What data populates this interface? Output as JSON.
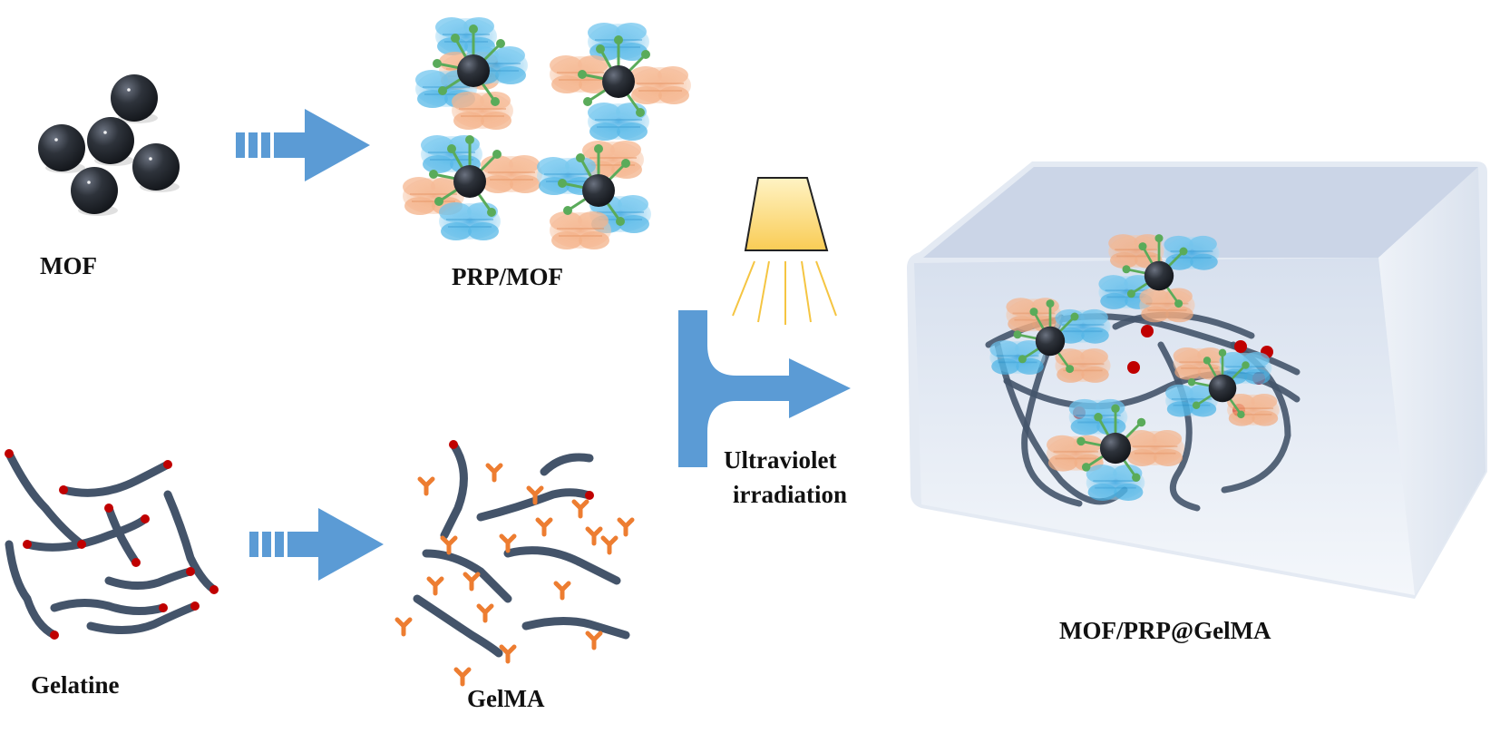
{
  "labels": {
    "mof": "MOF",
    "prp_mof": "PRP/MOF",
    "gelatine": "Gelatine",
    "gelma": "GelMA",
    "uv_line1": "Ultraviolet",
    "uv_line2": "irradiation",
    "product": "MOF/PRP@GelMA"
  },
  "colors": {
    "arrow": "#5b9bd5",
    "mof_sphere": "#2b2f36",
    "polymer_chain": "#44546a",
    "chain_end": "#c00000",
    "methacrylate": "#ed7d31",
    "prp_orange": "#f4b183",
    "prp_blue": "#5bb8e8",
    "linker": "#5aab5a",
    "lamp": "#fbd87a",
    "uv_ray": "#f5c542",
    "hydrogel": "#dde6f2"
  }
}
